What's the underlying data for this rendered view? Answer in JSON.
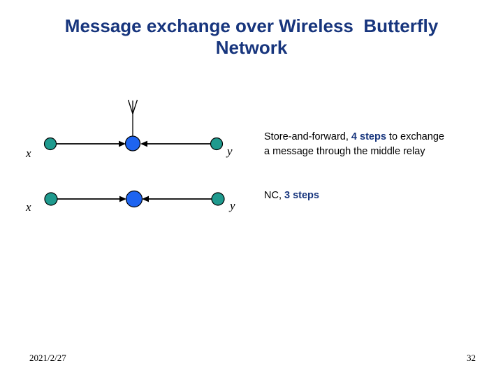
{
  "slide": {
    "title": {
      "line1": "Message exchange over Wireless  Butterfly",
      "line2": "Network"
    },
    "footer": {
      "date": "2021/2/27",
      "slide_number": "32"
    }
  },
  "diagram": {
    "description": "Wireless butterfly network relay diagram, two rows of three nodes",
    "icons": {
      "antenna": "antenna-icon"
    },
    "rows": [
      {
        "left_label": "x",
        "right_label": "y",
        "has_antenna": true
      },
      {
        "left_label": "x",
        "right_label": "y",
        "has_antenna": false
      }
    ]
  },
  "annotations": {
    "store_forward": {
      "prefix": "Store-and-forward, ",
      "highlight": "4 steps",
      "suffix_line1": " to exchange",
      "line2": "a message through the middle relay"
    },
    "nc": {
      "prefix": "NC, ",
      "highlight": "3 steps"
    }
  },
  "colors": {
    "title": "#17357D",
    "highlight": "#17357D",
    "body_text": "#000000",
    "relay_node_fill": "#1E64F0",
    "end_node_fill": "#1F9A8E",
    "stroke": "#000000",
    "background": "#FFFFFF"
  }
}
